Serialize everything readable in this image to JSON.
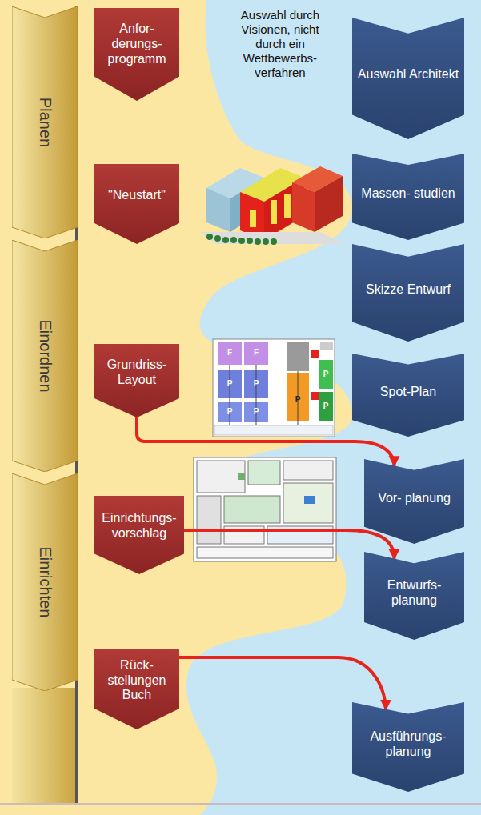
{
  "diagram": {
    "nodes": [
      {
        "text": [
          "Planen"
        ]
      },
      {
        "text": [
          "Einordnen"
        ]
      },
      {
        "text": [
          "Einrichten"
        ]
      },
      {
        "text": [
          "Anfor- derungs- programm"
        ]
      },
      {
        "text": [
          "Auswahl Architekt"
        ]
      },
      {
        "text": [
          "\"Neustart\""
        ]
      },
      {
        "text": [
          "Massen- studien"
        ]
      },
      {
        "text": [
          "Skizze Entwurf"
        ]
      },
      {
        "text": [
          "Grundriss- Layout"
        ]
      },
      {
        "text": [
          "Spot-Plan"
        ]
      },
      {
        "text": [
          "Einrichtungs- vorschlag"
        ]
      },
      {
        "text": [
          "Vor- planung"
        ]
      },
      {
        "text": [
          "Entwurfs- planung"
        ]
      },
      {
        "text": [
          "Rück- stellungen Buch"
        ]
      },
      {
        "text": [
          "Ausführungs- planung"
        ]
      }
    ],
    "edges": [
      {
        "from": 8,
        "to": 11,
        "arrow": "to"
      },
      {
        "from": 10,
        "to": 12,
        "arrow": "to"
      },
      {
        "from": 13,
        "to": 14,
        "arrow": "to"
      }
    ],
    "labels": [
      "Auswahl durch Visionen, nicht durch ein Wettbewerbs- verfahren",
      "F",
      "F",
      "P",
      "P",
      "P",
      "P",
      "P",
      "P",
      "P"
    ]
  }
}
